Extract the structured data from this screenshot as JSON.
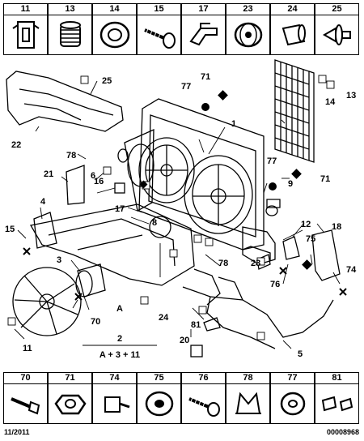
{
  "top_parts": [
    "11",
    "13",
    "14",
    "15",
    "17",
    "23",
    "24",
    "25"
  ],
  "bottom_parts": [
    "70",
    "71",
    "74",
    "75",
    "76",
    "78",
    "77",
    "81"
  ],
  "callouts": {
    "c1": "1",
    "c2": "2",
    "c3": "3",
    "c4": "4",
    "c5": "5",
    "c6": "6",
    "c8": "8",
    "c9": "9",
    "c11": "11",
    "c12": "12",
    "c13": "13",
    "c14": "14",
    "c15": "15",
    "c16": "16",
    "c17": "17",
    "c18": "18",
    "c20": "20",
    "c21": "21",
    "c22": "22",
    "c23": "23",
    "c24": "24",
    "c25": "25",
    "c70": "70",
    "c71a": "71",
    "c71b": "71",
    "c74": "74",
    "c75": "75",
    "c76": "76",
    "c77a": "77",
    "c77b": "77",
    "c78a": "78",
    "c78b": "78",
    "c81": "81",
    "cA": "A"
  },
  "formula": {
    "number": "2",
    "expression": "A + 3 + 11"
  },
  "footer": {
    "date": "11/2011",
    "code": "00008968"
  }
}
